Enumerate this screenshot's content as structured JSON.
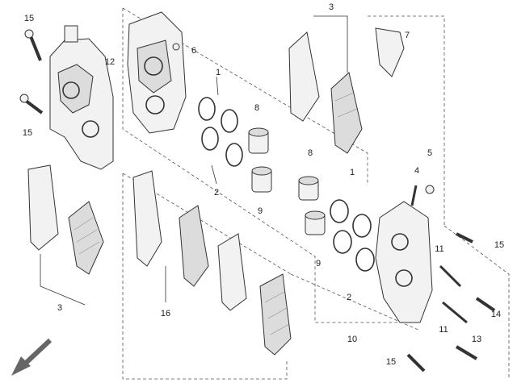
{
  "diagram": {
    "callouts": [
      {
        "id": "c15a",
        "text": "15"
      },
      {
        "id": "c15b",
        "text": "15"
      },
      {
        "id": "c12",
        "text": "12"
      },
      {
        "id": "c6",
        "text": "6"
      },
      {
        "id": "c1a",
        "text": "1"
      },
      {
        "id": "c8a",
        "text": "8"
      },
      {
        "id": "c2a",
        "text": "2"
      },
      {
        "id": "c9a",
        "text": "9"
      },
      {
        "id": "c3a",
        "text": "3"
      },
      {
        "id": "c7",
        "text": "7"
      },
      {
        "id": "c3b",
        "text": "3"
      },
      {
        "id": "c16",
        "text": "16"
      },
      {
        "id": "c8b",
        "text": "8"
      },
      {
        "id": "c1b",
        "text": "1"
      },
      {
        "id": "c4",
        "text": "4"
      },
      {
        "id": "c5",
        "text": "5"
      },
      {
        "id": "c9b",
        "text": "9"
      },
      {
        "id": "c2b",
        "text": "2"
      },
      {
        "id": "c15c",
        "text": "15"
      },
      {
        "id": "c11a",
        "text": "11"
      },
      {
        "id": "c11b",
        "text": "11"
      },
      {
        "id": "c14",
        "text": "14"
      },
      {
        "id": "c13",
        "text": "13"
      },
      {
        "id": "c10",
        "text": "10"
      },
      {
        "id": "c15d",
        "text": "15"
      }
    ]
  }
}
